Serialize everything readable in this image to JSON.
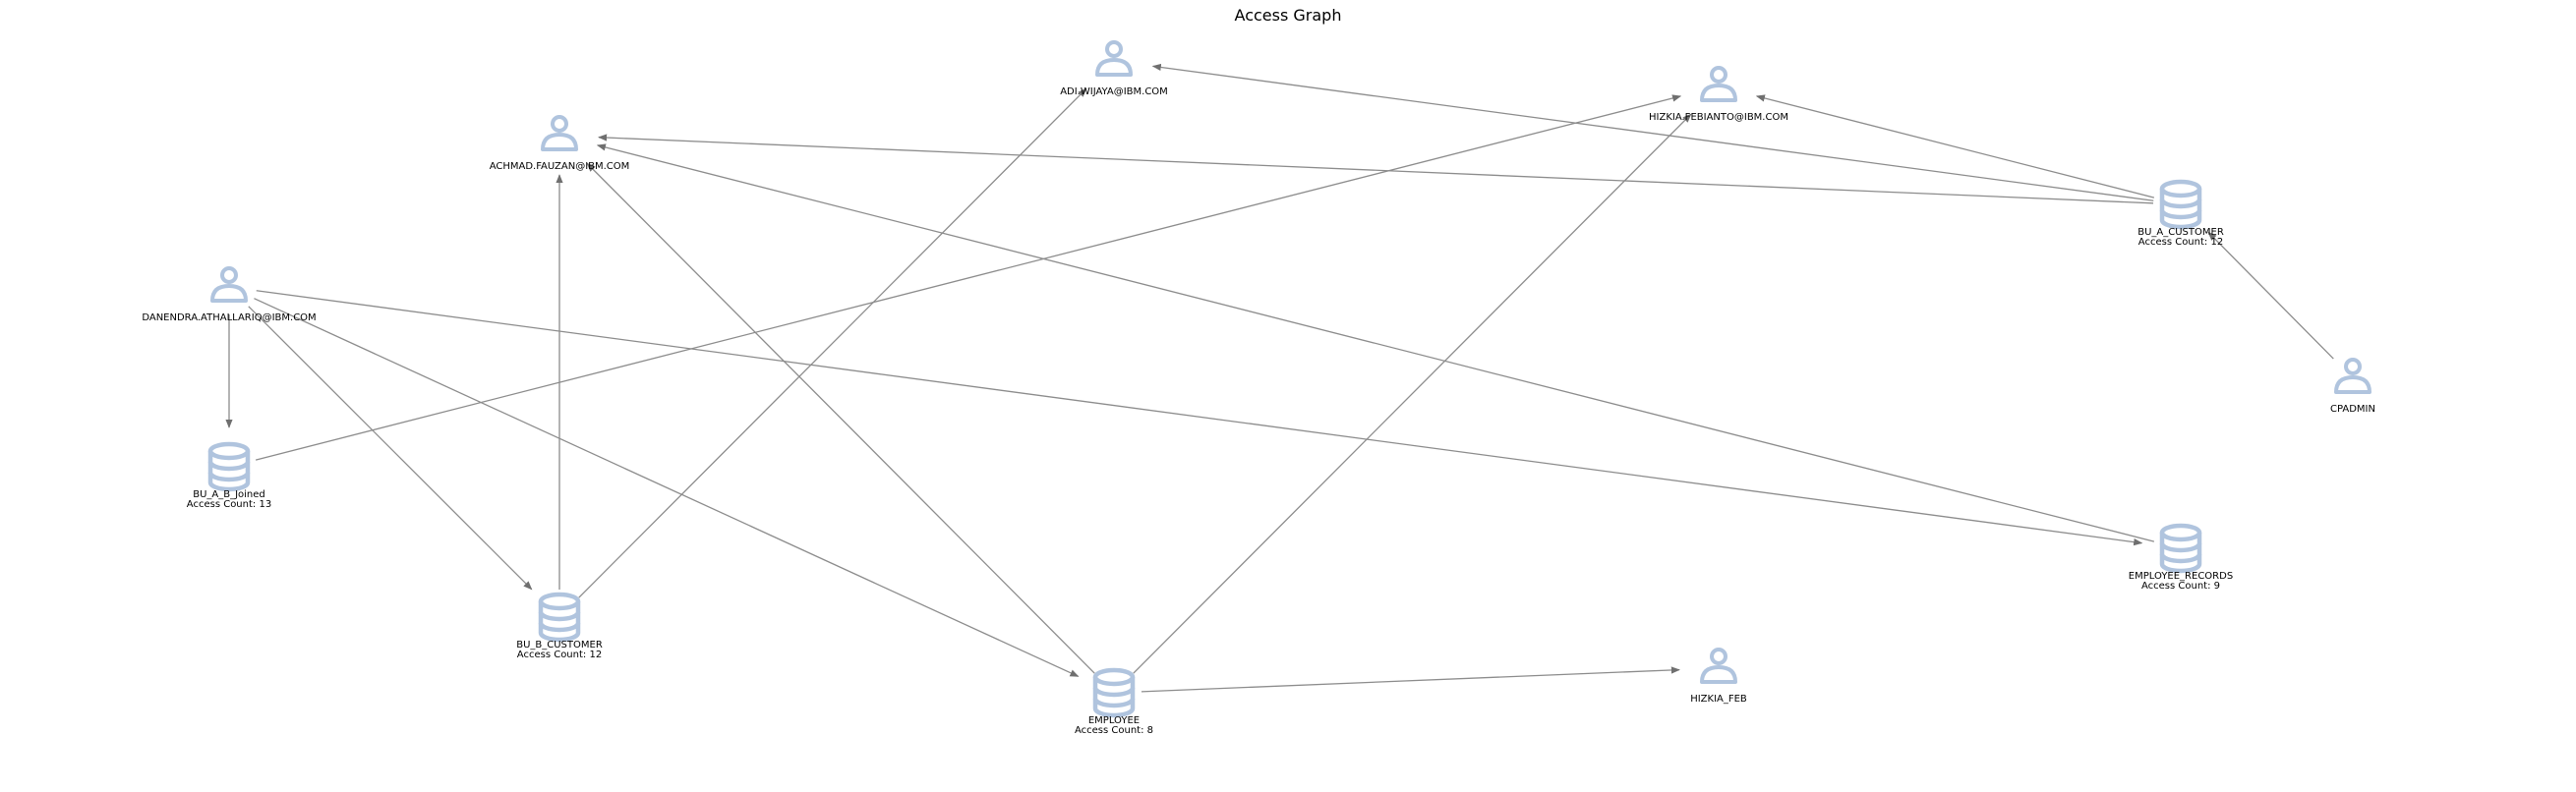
{
  "title": "Access Graph",
  "colors": {
    "node_icon": "#b0c4de",
    "edge": "#8c8c8c",
    "background": "#ffffff"
  },
  "nodes": [
    {
      "id": "adi",
      "kind": "user",
      "icon": "user-icon",
      "label": "ADI.WIJAYA@IBM.COM"
    },
    {
      "id": "hizkia_f",
      "kind": "user",
      "icon": "user-icon",
      "label": "HIZKIA.FEBIANTO@IBM.COM"
    },
    {
      "id": "achmad",
      "kind": "user",
      "icon": "user-icon",
      "label": "ACHMAD.FAUZAN@IBM.COM"
    },
    {
      "id": "danendra",
      "kind": "user",
      "icon": "user-icon",
      "label": "DANENDRA.ATHALLARIQ@IBM.COM"
    },
    {
      "id": "cpadmin",
      "kind": "user",
      "icon": "user-icon",
      "label": "CPADMIN"
    },
    {
      "id": "hizkia_feb",
      "kind": "user",
      "icon": "user-icon",
      "label": "HIZKIA_FEB"
    },
    {
      "id": "bu_a",
      "kind": "database",
      "icon": "database-icon",
      "label": "BU_A_CUSTOMER",
      "sublabel": "Access Count: 12"
    },
    {
      "id": "bu_ab",
      "kind": "database",
      "icon": "database-icon",
      "label": "BU_A_B_Joined",
      "sublabel": "Access Count: 13"
    },
    {
      "id": "bu_b",
      "kind": "database",
      "icon": "database-icon",
      "label": "BU_B_CUSTOMER",
      "sublabel": "Access Count: 12"
    },
    {
      "id": "employee",
      "kind": "database",
      "icon": "database-icon",
      "label": "EMPLOYEE",
      "sublabel": "Access Count: 8"
    },
    {
      "id": "emp_rec",
      "kind": "database",
      "icon": "database-icon",
      "label": "EMPLOYEE_RECORDS",
      "sublabel": "Access Count: 9"
    }
  ],
  "edges": [
    {
      "from": "bu_a",
      "to": "adi"
    },
    {
      "from": "bu_a",
      "to": "hizkia_f"
    },
    {
      "from": "bu_a",
      "to": "achmad"
    },
    {
      "from": "cpadmin",
      "to": "bu_a"
    },
    {
      "from": "bu_b",
      "to": "achmad"
    },
    {
      "from": "bu_b",
      "to": "adi"
    },
    {
      "from": "bu_ab",
      "to": "hizkia_f"
    },
    {
      "from": "danendra",
      "to": "bu_ab"
    },
    {
      "from": "danendra",
      "to": "bu_b"
    },
    {
      "from": "danendra",
      "to": "employee"
    },
    {
      "from": "danendra",
      "to": "emp_rec"
    },
    {
      "from": "employee",
      "to": "achmad"
    },
    {
      "from": "employee",
      "to": "hizkia_f"
    },
    {
      "from": "employee",
      "to": "hizkia_feb"
    },
    {
      "from": "emp_rec",
      "to": "achmad"
    }
  ]
}
